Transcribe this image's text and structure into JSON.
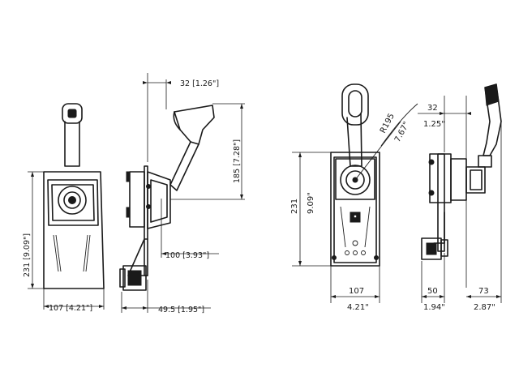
{
  "left_drawing": {
    "dim_width": "107 [4.21\"]",
    "dim_height": "231 [9.09\"]",
    "dim_offset_top": "32 [1.26\"]",
    "dim_lever_height": "185 [7.28\"]",
    "dim_lever_reach": "100 [3.93\"]",
    "dim_depth": "49.5 [1.95\"]"
  },
  "right_drawing": {
    "dim_radius_mm": "R195",
    "dim_radius_in": "7.67\"",
    "dim_height_mm": "231",
    "dim_height_in": "9.09\"",
    "dim_width_mm": "107",
    "dim_width_in": "4.21\"",
    "dim_offset_mm": "32",
    "dim_offset_in": "1.25\"",
    "dim_depth_mm": "50",
    "dim_depth_in": "1.94\"",
    "dim_lever_mm": "73",
    "dim_lever_in": "2.87\""
  }
}
